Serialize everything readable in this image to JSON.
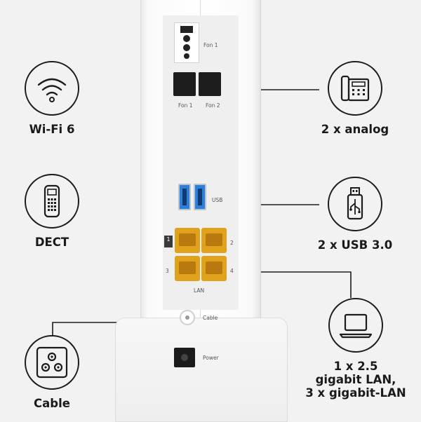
{
  "features": {
    "wifi": {
      "label": "Wi-Fi 6"
    },
    "dect": {
      "label": "DECT"
    },
    "cable": {
      "label": "Cable"
    },
    "analog": {
      "label": "2 x analog"
    },
    "usb": {
      "label": "2 x USB 3.0"
    },
    "lan": {
      "lines": [
        "1 x 2.5",
        "gigabit LAN,",
        "3 x gigabit-LAN"
      ]
    }
  },
  "router_panel": {
    "fon_top": "Fon 1",
    "fon_left": "Fon 1",
    "fon_right": "Fon 2",
    "usb": "USB",
    "lan": "LAN",
    "lan_port_1": "1",
    "lan_port_2": "2",
    "lan_port_3": "3",
    "lan_port_4": "4",
    "lan_badge": "1",
    "cable": "Cable",
    "power": "Power"
  },
  "icons": [
    "wifi-icon",
    "dect-phone-icon",
    "coax-cable-icon",
    "analog-phone-icon",
    "usb-stick-icon",
    "laptop-icon"
  ],
  "colors": {
    "background": "#f2f2f2",
    "lan_ports": "#e0a11b",
    "usb_ports": "#2d7fd8",
    "icon_stroke": "#1c1c1c"
  }
}
